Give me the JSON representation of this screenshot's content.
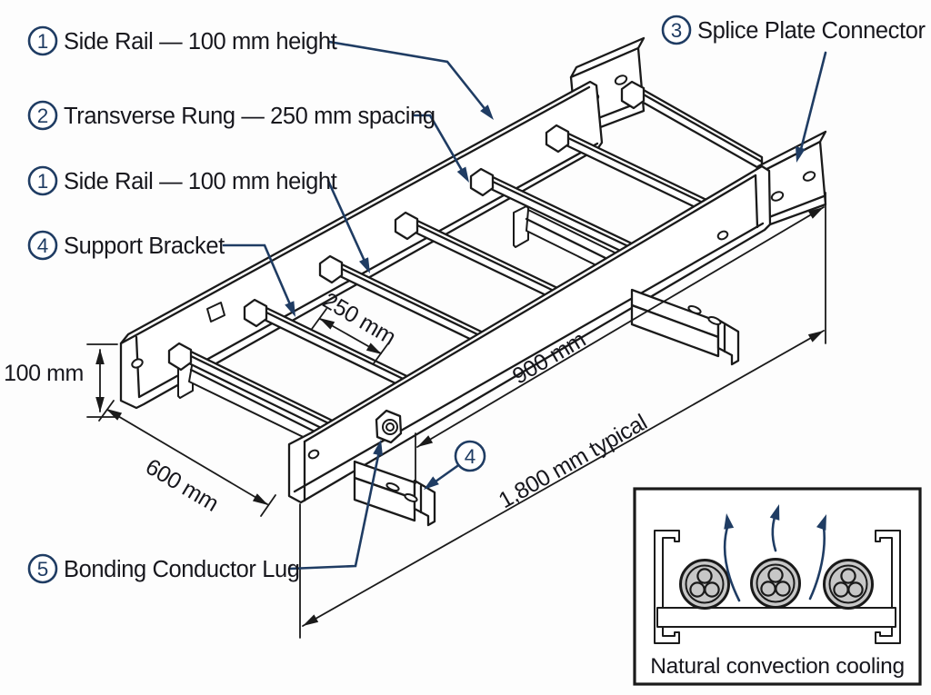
{
  "callouts": {
    "side_rail_top": {
      "num": "1",
      "label": "Side Rail — 100 mm height"
    },
    "transverse_rung": {
      "num": "2",
      "label": "Transverse Rung — 250 mm spacing"
    },
    "side_rail_near": {
      "num": "1",
      "label": "Side Rail — 100 mm height"
    },
    "support_bracket": {
      "num": "4",
      "label": "Support Bracket"
    },
    "splice_plate": {
      "num": "3",
      "label": "Splice Plate Connector"
    },
    "bonding_lug": {
      "num": "5",
      "label": "Bonding Conductor Lug"
    },
    "support_bracket_marker": {
      "num": "4"
    }
  },
  "dimensions": {
    "rail_height": "100 mm",
    "tray_width": "600 mm",
    "rung_spacing": "250 mm",
    "bracket_spacing": "900 mm",
    "section_length": "1,800 mm typical"
  },
  "inset": {
    "caption": "Natural convection cooling"
  },
  "colors": {
    "accent": "#1f3c63",
    "line": "#1a1a1a",
    "text": "#17171d",
    "cable_fill": "#c7c7c7",
    "background": "#fdfdfd"
  }
}
